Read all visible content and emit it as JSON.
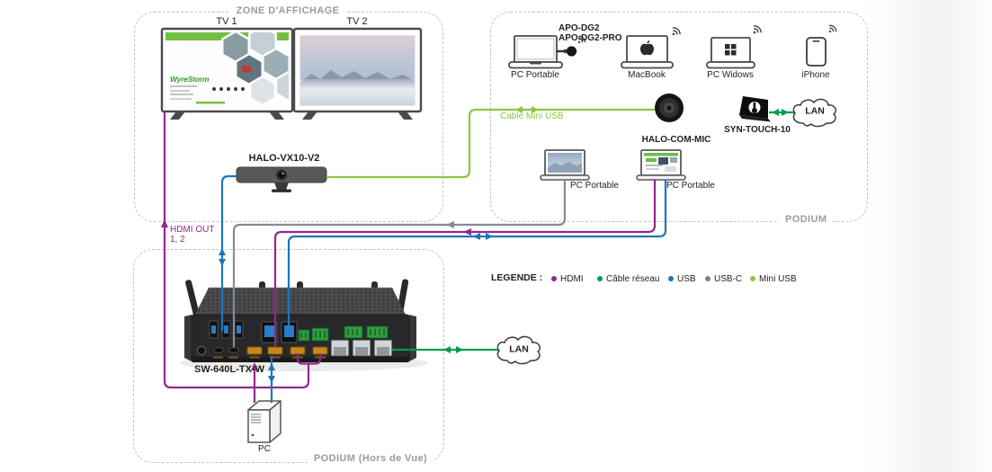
{
  "zones": {
    "affichage": "ZONE D'AFFICHAGE",
    "podium": "PODIUM",
    "podium_hors_de_vue": "PODIUM (Hors de Vue)"
  },
  "displays": {
    "tv1": "TV 1",
    "tv2": "TV 2",
    "tv1_brand": "WyreStorm"
  },
  "byod_devices": {
    "apo_model_line1": "APO-DG2",
    "apo_model_line2": "APO-DG2-PRO",
    "pc_portable": "PC Portable",
    "macbook": "MacBook",
    "pc_widows": "PC Widows",
    "iphone": "iPhone"
  },
  "conference_devices": {
    "camera": "HALO-VX10-V2",
    "speakerphone": "HALO-COM-MIC",
    "touch_panel": "SYN-TOUCH-10"
  },
  "podium_laptops": {
    "left": "PC Portable",
    "right": "PC Portable"
  },
  "switcher": {
    "model": "SW-640L-TX-W"
  },
  "pc_tower": {
    "label": "PC"
  },
  "network": {
    "lan_top": "LAN",
    "lan_bottom": "LAN"
  },
  "cable_labels": {
    "mini_usb": "Cable Mini USB",
    "hdmi_out_line1": "HDMI OUT",
    "hdmi_out_line2": "1, 2"
  },
  "legend": {
    "title": "LEGENDE :",
    "items": [
      {
        "label": "HDMI",
        "color": "#93278F"
      },
      {
        "label": "Câble réseau",
        "color": "#009E49"
      },
      {
        "label": "USB",
        "color": "#1C75BC"
      },
      {
        "label": "USB-C",
        "color": "#808285"
      },
      {
        "label": "Mini USB",
        "color": "#8DC63F"
      }
    ]
  }
}
